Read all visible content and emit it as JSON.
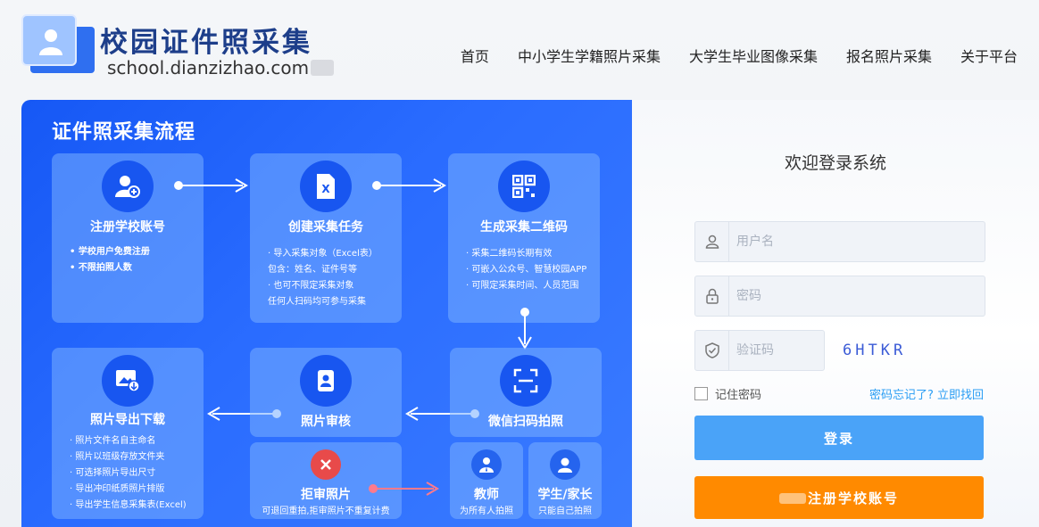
{
  "header": {
    "site_title": "校园证件照采集",
    "site_domain": "school.dianzizhao.com",
    "nav": [
      "首页",
      "中小学生学籍照片采集",
      "大学生毕业图像采集",
      "报名照片采集",
      "关于平台"
    ]
  },
  "flow": {
    "title": "证件照采集流程",
    "steps": {
      "register": {
        "title": "注册学校账号",
        "lines": [
          "• 学校用户免费注册",
          "• 不限拍照人数"
        ]
      },
      "create_task": {
        "title": "创建采集任务",
        "lines": [
          "· 导入采集对象（Excel表）",
          "  包含：姓名、证件号等",
          "· 也可不限定采集对象",
          "  任何人扫码均可参与采集"
        ]
      },
      "qrcode": {
        "title": "生成采集二维码",
        "lines": [
          "· 采集二维码长期有效",
          "· 可嵌入公众号、智慧校园APP",
          "· 可限定采集时间、人员范围"
        ]
      },
      "export": {
        "title": "照片导出下载",
        "lines": [
          "· 照片文件名自主命名",
          "· 照片以班级存放文件夹",
          "· 可选择照片导出尺寸",
          "· 导出冲印纸质照片排版",
          "· 导出学生信息采集表(Excel)"
        ]
      },
      "review": {
        "title": "照片审核"
      },
      "wechat": {
        "title": "微信扫码拍照"
      },
      "reject": {
        "title": "拒审照片",
        "sub": "可退回重拍,拒审照片不重复计费"
      },
      "teacher": {
        "title": "教师",
        "sub": "为所有人拍照"
      },
      "student": {
        "title": "学生/家长",
        "sub": "只能自己拍照"
      }
    }
  },
  "login": {
    "title": "欢迎登录系统",
    "username_placeholder": "用户名",
    "password_placeholder": "密码",
    "captcha_placeholder": "验证码",
    "captcha_text": "6HTKR",
    "remember_label": "记住密码",
    "forgot_label": "密码忘记了? 立即找回",
    "login_button": "登录",
    "register_button": "注册学校账号"
  },
  "colors": {
    "brand_blue": "#1658f5",
    "login_button": "#4aa3f8",
    "register_button": "#ff8a00",
    "link": "#2a9df4"
  }
}
